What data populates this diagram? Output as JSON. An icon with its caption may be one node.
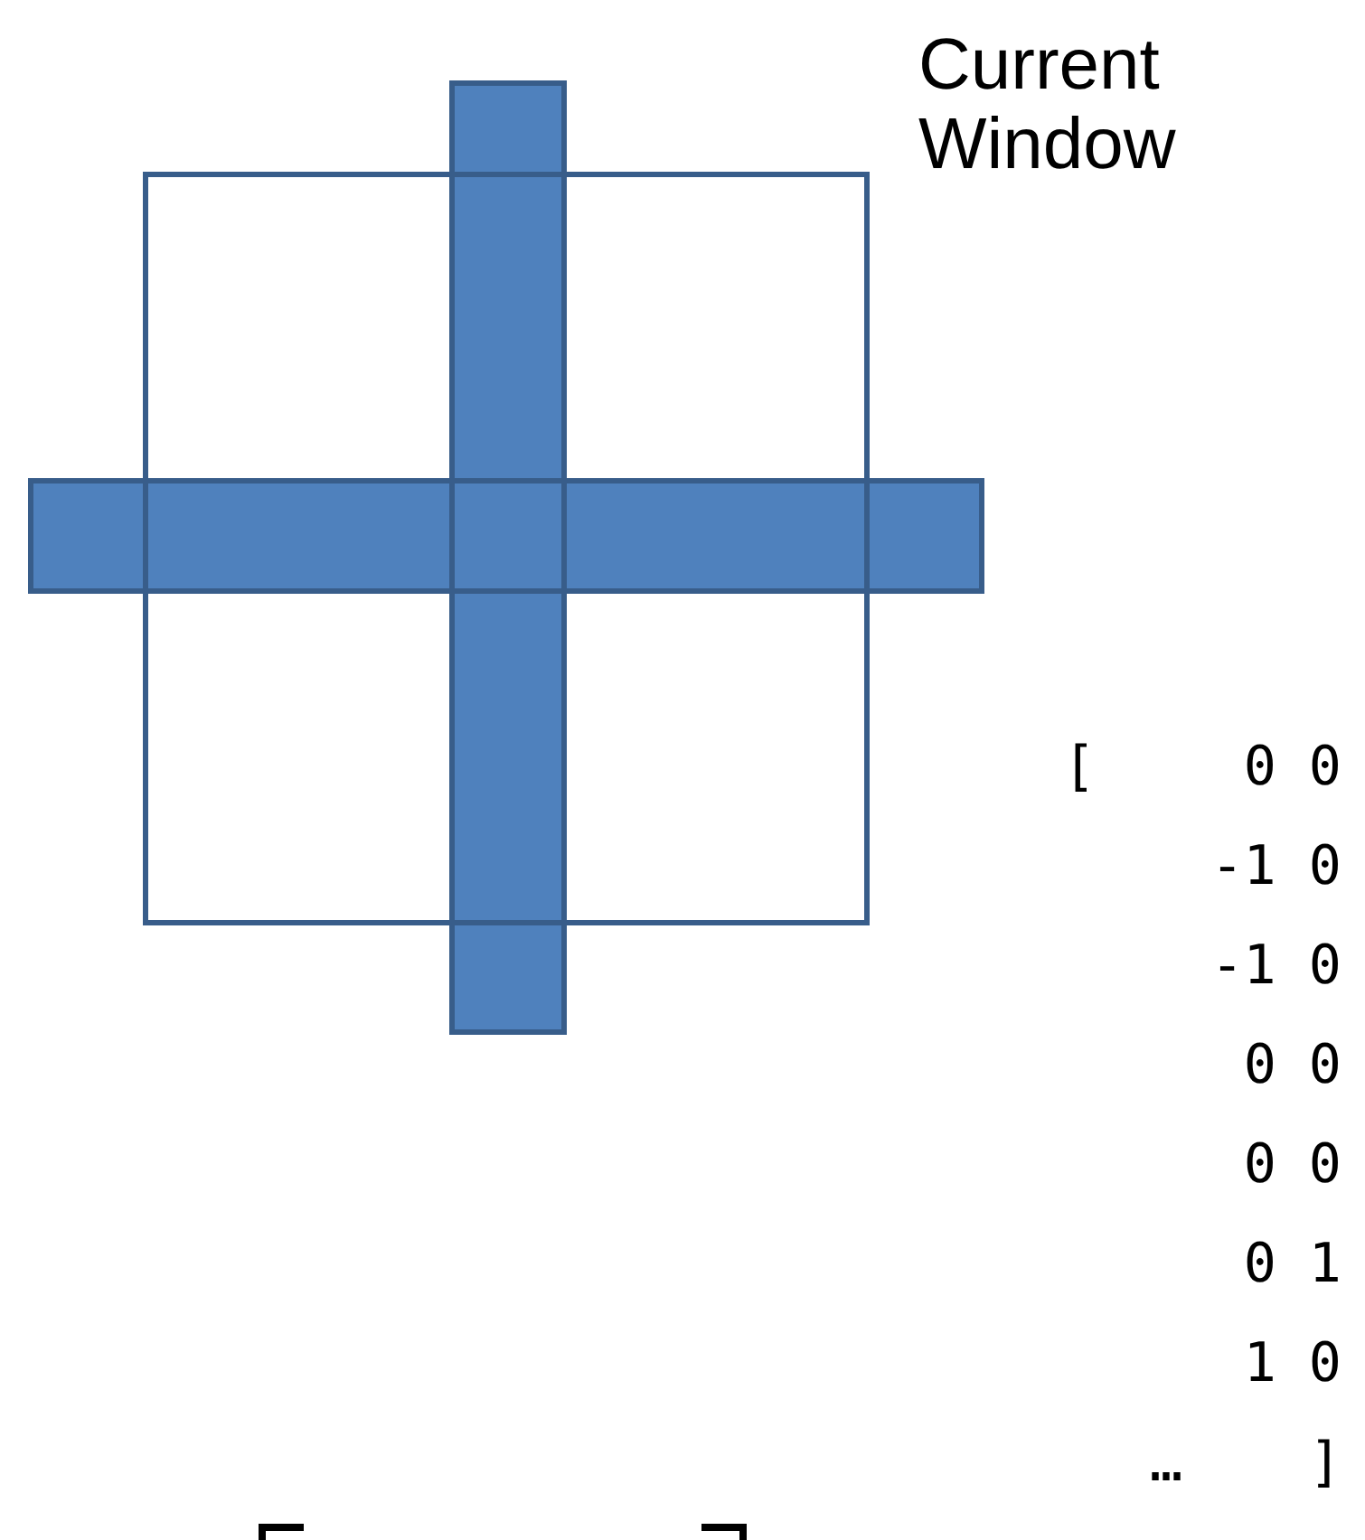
{
  "diagram": {
    "nodes": [
      {
        "text": [
          "Current Window"
        ]
      }
    ],
    "edges": [],
    "labels": [
      "[",
      "0 0",
      "-1 0",
      "-1 0",
      "0 0",
      "0 0",
      "0 1",
      "1 0",
      "…",
      "]"
    ]
  }
}
